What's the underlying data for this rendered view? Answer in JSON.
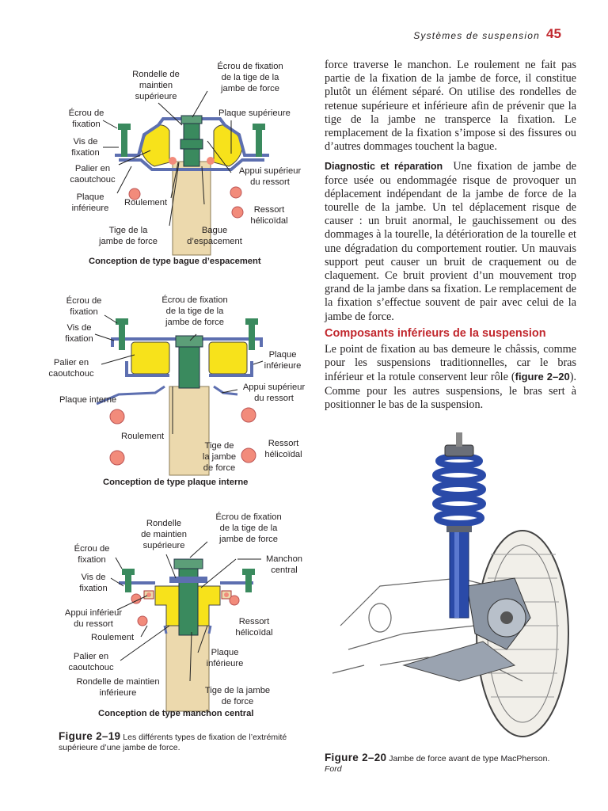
{
  "header": {
    "title": "Systèmes de suspension",
    "page_number": "45"
  },
  "body_text": {
    "para1": "force traverse le manchon. Le roulement ne fait pas partie de la fixation de la jambe de force, il constitue plutôt un élément séparé. On utilise des rondelles de retenue supérieure et inférieure afin de prévenir que la tige de la jambe ne transperce la fixation. Le remplacement de la fixation s’impose si des fissures ou d’autres dommages touchent la bague.",
    "para2_runin": "Diagnostic et réparation",
    "para2": "Une fixation de jambe de force usée ou endommagée risque de provoquer un déplacement indépendant de la jambe de force de la tourelle de la jambe. Un tel déplacement risque de causer : un bruit anormal, le gauchissement ou des dommages à la tourelle, la détérioration de la tourelle et une dégradation du comportement routier. Un mauvais support peut causer un bruit de craquement ou de claquement. Ce bruit provient d’un mouvement trop grand de la jambe dans sa fixation. Le remplacement de la fixation s’effectue souvent de pair avec celui de la jambe de force.",
    "heading": "Composants inférieurs de la suspension",
    "para3_a": "Le point de fixation au bas demeure le châssis, comme pour les suspensions traditionnelles, car le bras inférieur et la rotule conservent leur rôle (",
    "para3_ref": "figure 2–20",
    "para3_b": "). Comme pour les autres suspensions, le bras sert à positionner le bas de la suspension."
  },
  "diagram1": {
    "caption": "Conception de type bague d’espacement",
    "labels": {
      "rondelle": "Rondelle de\nmaintien\nsupérieure",
      "ecrou_tige": "Écrou de fixation\nde la tige de la\njambe de force",
      "ecrou": "Écrou de\nfixation",
      "plaque_sup": "Plaque supérieure",
      "vis": "Vis de\nfixation",
      "palier": "Palier en\ncaoutchouc",
      "appui": "Appui supérieur\ndu ressort",
      "plaque_inf": "Plaque\ninférieure",
      "roulement": "Roulement",
      "ressort": "Ressort\nhélicoïdal",
      "tige": "Tige de la\njambe de force",
      "bague": "Bague\nd’espacement"
    }
  },
  "diagram2": {
    "caption": "Conception de type plaque interne",
    "labels": {
      "ecrou": "Écrou de\nfixation",
      "ecrou_tige": "Écrou de fixation\nde la tige de la\njambe de force",
      "vis": "Vis de\nfixation",
      "plaque_inf": "Plaque\ninférieure",
      "palier": "Palier en\ncaoutchouc",
      "appui": "Appui supérieur\ndu ressort",
      "plaque_interne": "Plaque interne",
      "roulement": "Roulement",
      "tige": "Tige de\nla jambe\nde force",
      "ressort": "Ressort\nhélicoïdal"
    }
  },
  "diagram3": {
    "caption": "Conception de type manchon central",
    "labels": {
      "rondelle": "Rondelle\nde maintien\nsupérieure",
      "ecrou_tige": "Écrou de fixation\nde la tige de la\njambe de force",
      "ecrou": "Écrou de\nfixation",
      "manchon": "Manchon\ncentral",
      "vis": "Vis de\nfixation",
      "appui_inf": "Appui inférieur\ndu ressort",
      "ressort": "Ressort\nhélicoïdal",
      "roulement": "Roulement",
      "palier": "Palier en\ncaoutchouc",
      "plaque_inf": "Plaque\ninférieure",
      "rondelle_inf": "Rondelle de maintien\ninférieure",
      "tige": "Tige de la jambe\nde force"
    }
  },
  "figure19": {
    "label": "Figure 2–19",
    "text": "Les différents types de fixation de l’extrémité supérieure d’une jambe de force."
  },
  "figure20": {
    "label": "Figure 2–20",
    "text": "Jambe de force avant de type MacPherson.",
    "credit": "Ford"
  },
  "colors": {
    "accent_red": "#c1272d",
    "rubber_yellow": "#f7e21b",
    "strut_tan": "#ecd9ad",
    "stud_green": "#3a8a5e",
    "plate_blue": "#5d6fb0",
    "spring_pink": "#f28b7b",
    "spring_blue": "#2a4aa8"
  }
}
